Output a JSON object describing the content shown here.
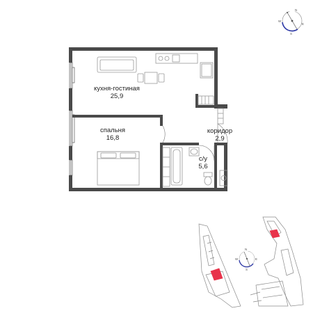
{
  "plan": {
    "rooms": [
      {
        "id": "living",
        "name": "кухня-гостиная",
        "area": "25,9"
      },
      {
        "id": "bedroom",
        "name": "спальня",
        "area": "16,8"
      },
      {
        "id": "corridor",
        "name": "коридор",
        "area": "2,9"
      },
      {
        "id": "bathroom",
        "name": "с/у",
        "area": "5,6"
      }
    ]
  },
  "compass_top": {
    "letters": [
      "N",
      "E",
      "S",
      "W"
    ]
  },
  "compass_small": {
    "letters": [
      "N",
      "E",
      "S",
      "W"
    ]
  },
  "colors": {
    "wall": "#4a4a4a",
    "furniture": "#9a9a9a",
    "highlight": "#e8324a",
    "site_line": "#8a8a8a",
    "compass_accent": "#2f3aa8"
  }
}
